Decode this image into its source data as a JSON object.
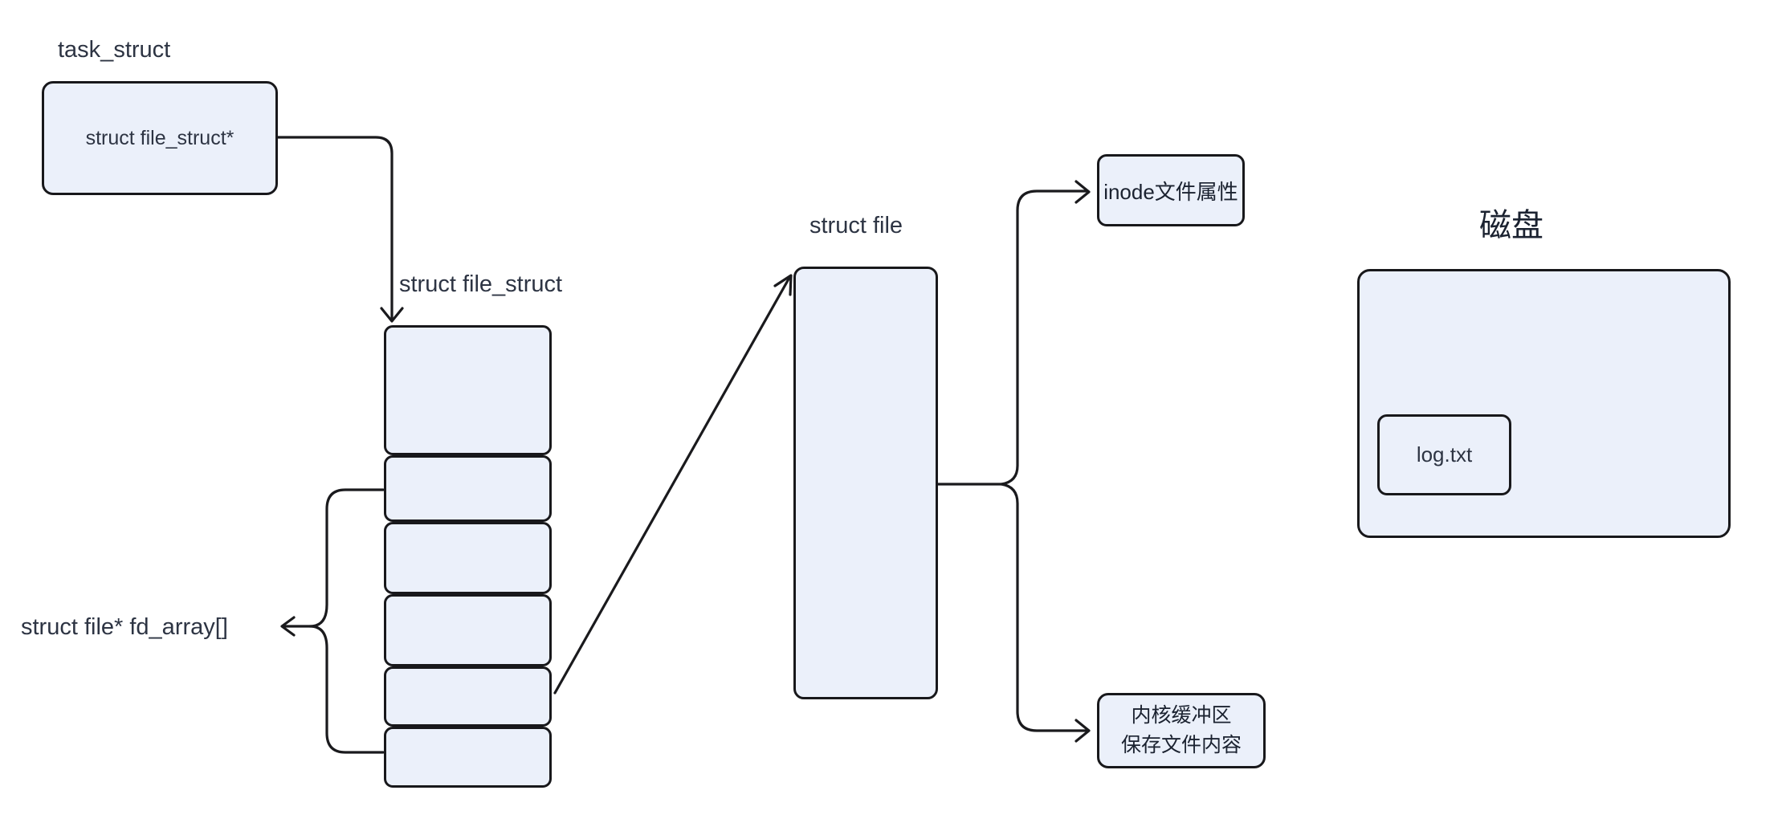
{
  "labels": {
    "task_struct": "task_struct",
    "file_struct": "struct file_struct",
    "fd_array": "struct file* fd_array[]",
    "struct_file": "struct file",
    "disk": "磁盘"
  },
  "boxes": {
    "file_struct_ptr": "struct file_struct*",
    "inode": "inode文件属性",
    "kernel_buffer_line1": "内核缓冲区",
    "kernel_buffer_line2": "保存文件内容",
    "log_file": "log.txt"
  },
  "fd_array_stack": {
    "slot_count": 6
  },
  "colors": {
    "background": "#ffffff",
    "box_fill": "#ebf0fa",
    "box_border": "#18181b",
    "line": "#1a1a1d",
    "label_text": "#2d3443",
    "cjk_text": "#1b2230"
  }
}
